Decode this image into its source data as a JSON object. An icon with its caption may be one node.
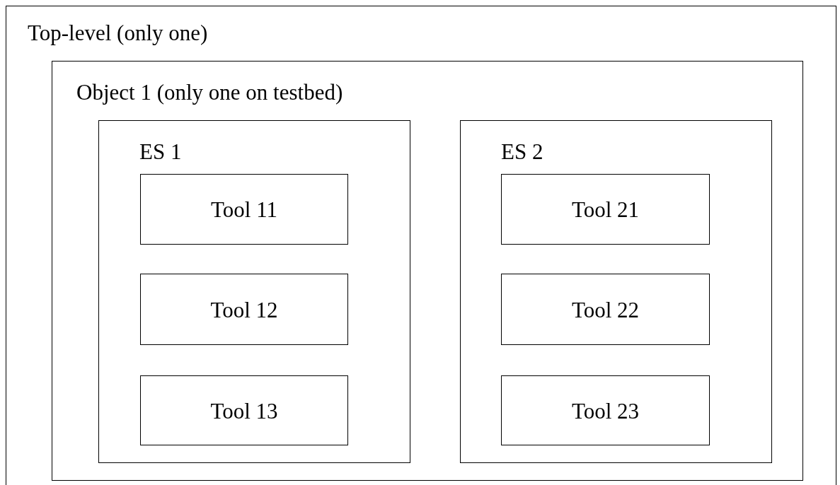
{
  "diagram": {
    "nodes": [
      {
        "text": [
          "Top-level (only one)"
        ]
      },
      {
        "text": [
          "Object 1 (only one on testbed)"
        ],
        "in": 0
      },
      {
        "text": [
          "ES 1"
        ],
        "in": 1
      },
      {
        "text": [
          "Tool 11"
        ],
        "in": 2
      },
      {
        "text": [
          "Tool 12"
        ],
        "in": 2
      },
      {
        "text": [
          "Tool 13"
        ],
        "in": 2
      },
      {
        "text": [
          "ES 2"
        ],
        "in": 1
      },
      {
        "text": [
          "Tool 21"
        ],
        "in": 6
      },
      {
        "text": [
          "Tool 22"
        ],
        "in": 6
      },
      {
        "text": [
          "Tool 23"
        ],
        "in": 6
      }
    ]
  }
}
